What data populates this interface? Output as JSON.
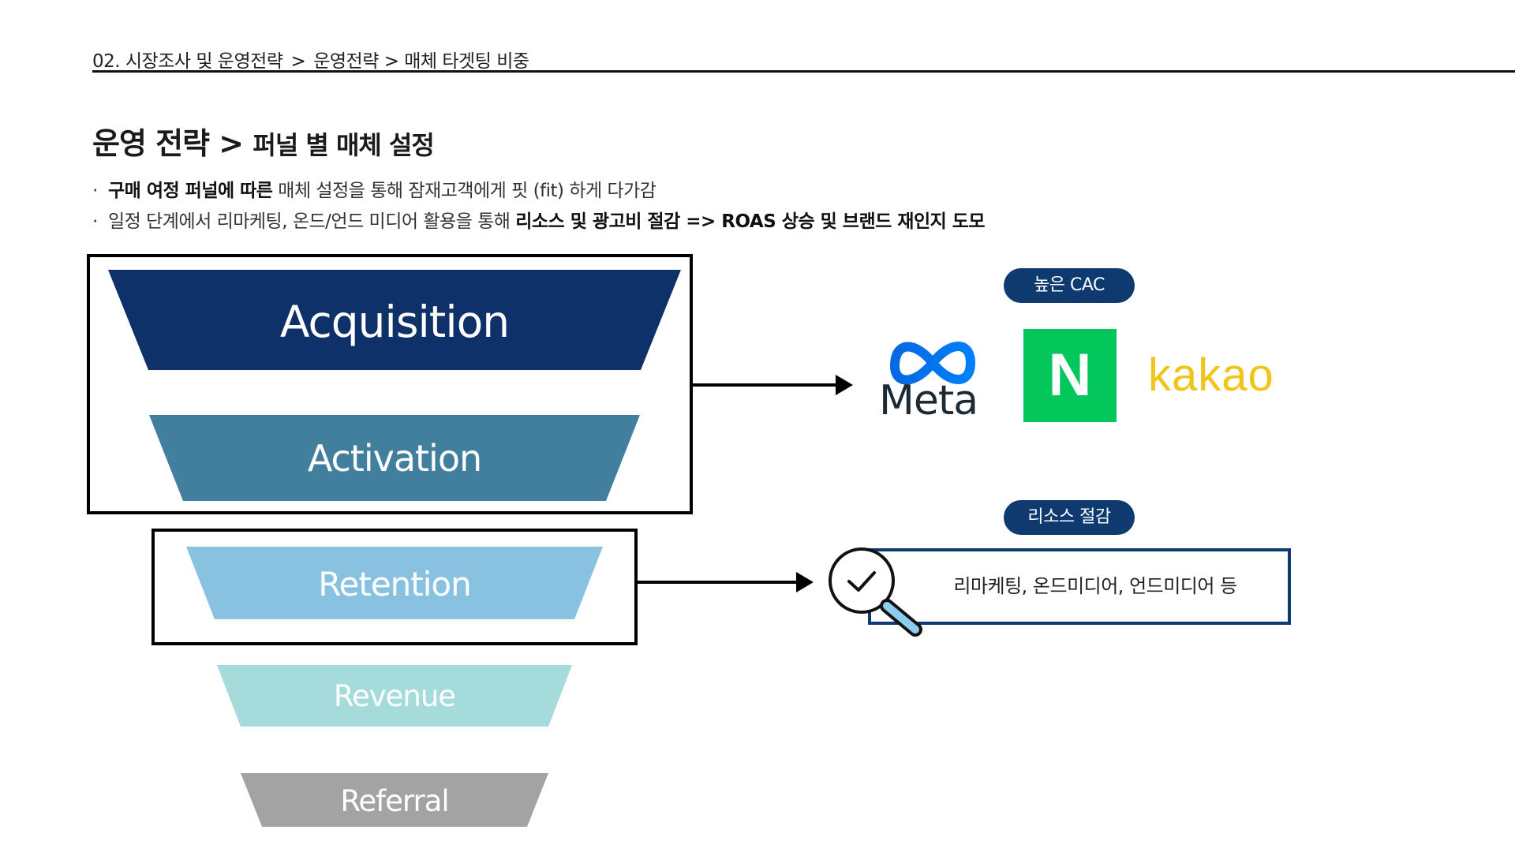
{
  "breadcrumb": {
    "part1": "02. 시장조사 및 운영전략",
    "sep": ">",
    "part2": "운영전략",
    "part3": "> 매체 타겟팅 비중"
  },
  "title": {
    "main": "운영 전략 >",
    "sub": "퍼널 별 매체 설정"
  },
  "bullets": {
    "b1_bold": "구매 여정 퍼널에 따른",
    "b1_rest": " 매체 설정을 통해 잠재고객에게 핏 (fit) 하게 다가감",
    "b2_rest": "일정 단계에서 리마케팅, 온드/언드 미디어 활용을 통해 ",
    "b2_bold": "리소스 및 광고비 절감 => ROAS 상승 및 브랜드 재인지 도모",
    "marker": "·"
  },
  "funnel": {
    "stages": [
      "Acquisition",
      "Activation",
      "Retention",
      "Revenue",
      "Referral"
    ],
    "colors": [
      "#0e3169",
      "#427f9f",
      "#89c2e0",
      "#a6dbdc",
      "#a3a3a3"
    ]
  },
  "pills": {
    "high_cac": "높은 CAC",
    "resource_saving": "리소스 절감"
  },
  "logos": {
    "meta": "Meta",
    "naver": "N",
    "kakao": "kakao",
    "meta_icon": "meta-infinity-icon"
  },
  "remarketing": {
    "text": "리마케팅, 온드미디어, 언드미디어 등",
    "icon": "magnifier-check-icon"
  }
}
